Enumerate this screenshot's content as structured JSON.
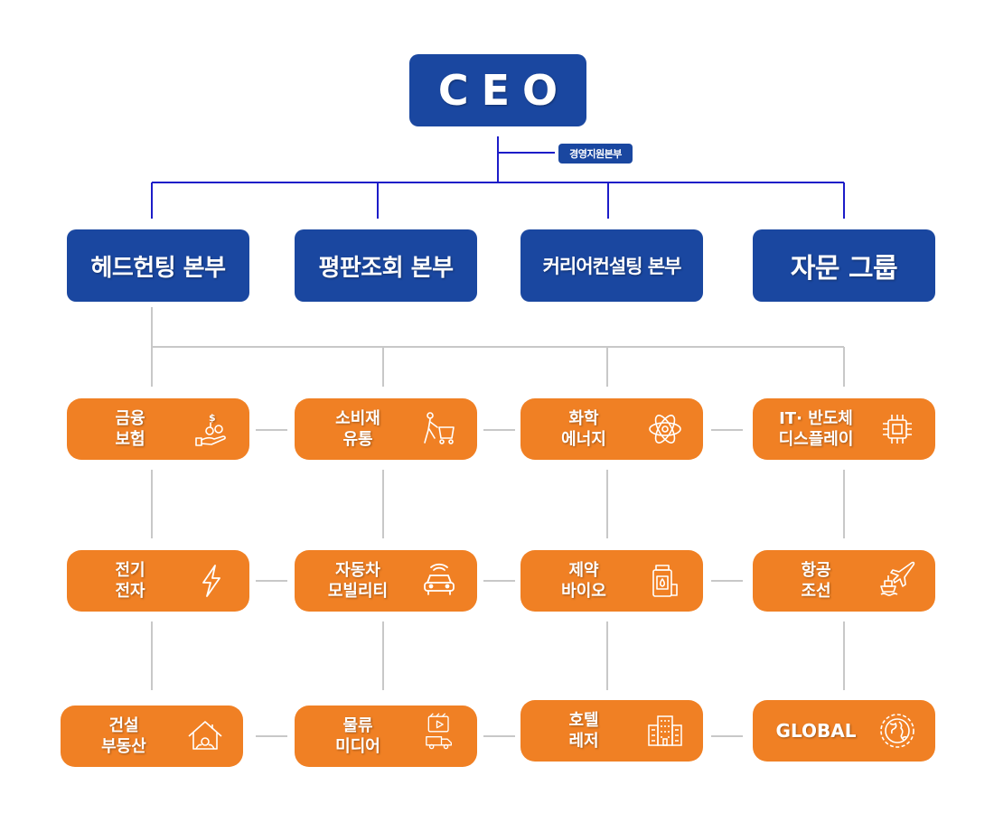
{
  "ceo": {
    "label": "CEO"
  },
  "support": {
    "label": "경영지원본부"
  },
  "divisions": [
    {
      "label": "헤드헌팅 본부"
    },
    {
      "label": "평판조회 본부"
    },
    {
      "label": "커리어컨설팅 본부"
    },
    {
      "label": "자문 그룹"
    }
  ],
  "categories": [
    {
      "line1": "금융",
      "line2": "보험",
      "icon": "money-hand-icon"
    },
    {
      "line1": "소비재",
      "line2": "유통",
      "icon": "shopping-cart-icon"
    },
    {
      "line1": "화학",
      "line2": "에너지",
      "icon": "atom-icon"
    },
    {
      "line1": "IT· 반도체",
      "line2": "디스플레이",
      "icon": "chip-icon"
    },
    {
      "line1": "전기",
      "line2": "전자",
      "icon": "lightning-icon"
    },
    {
      "line1": "자동차",
      "line2": "모빌리티",
      "icon": "connected-car-icon"
    },
    {
      "line1": "제약",
      "line2": "바이오",
      "icon": "medicine-bottle-icon"
    },
    {
      "line1": "항공",
      "line2": "조선",
      "icon": "plane-ship-icon"
    },
    {
      "line1": "건설",
      "line2": "부동산",
      "icon": "house-icon"
    },
    {
      "line1": "물류",
      "line2": "미디어",
      "icon": "media-truck-icon"
    },
    {
      "line1": "호텔",
      "line2": "레저",
      "icon": "hotel-building-icon"
    },
    {
      "line1": "GLOBAL",
      "line2": "",
      "icon": "globe-icon"
    }
  ],
  "colors": {
    "navy": "#1a47a0",
    "orange": "#f08024",
    "blue_line": "#1c1cc8",
    "gray_line": "#c8c8c8"
  }
}
